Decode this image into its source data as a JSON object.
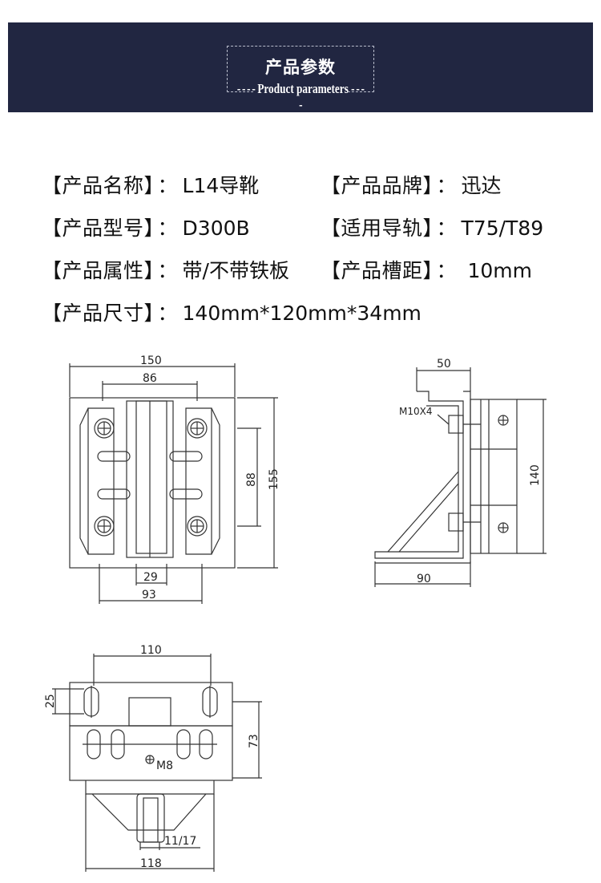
{
  "header": {
    "title_cn": "产品参数",
    "title_en": "Product parameters"
  },
  "specs": [
    {
      "label": "【产品名称】",
      "sep": "：",
      "value": "L14导靴"
    },
    {
      "label": "【产品品牌】",
      "sep": "：",
      "value": "迅达"
    },
    {
      "label": "【产品型号】",
      "sep": "：",
      "value": "D300B"
    },
    {
      "label": "【适用导轨】",
      "sep": "：",
      "value": "T75/T89"
    },
    {
      "label": "【产品属性】",
      "sep": "：",
      "value": "带/不带铁板"
    },
    {
      "label": "【产品槽距】",
      "sep": "：",
      "value": "10mm"
    },
    {
      "label": "【产品尺寸】",
      "sep": "：",
      "value": "140mm*120mm*34mm"
    }
  ],
  "drawings": {
    "front": {
      "w_total": "150",
      "w_inner": "86",
      "h_holes": "88",
      "h_total": "155",
      "w_slot": "29",
      "w_base": "93"
    },
    "side": {
      "w_top": "50",
      "bolt": "M10X4",
      "h_total": "140",
      "w_base": "90"
    },
    "top": {
      "w_holes": "110",
      "h_slot": "25",
      "h_total": "73",
      "bolt": "M8",
      "slot": "11/17",
      "w_base": "118"
    }
  },
  "colors": {
    "banner": "#212641",
    "line": "#333333"
  }
}
